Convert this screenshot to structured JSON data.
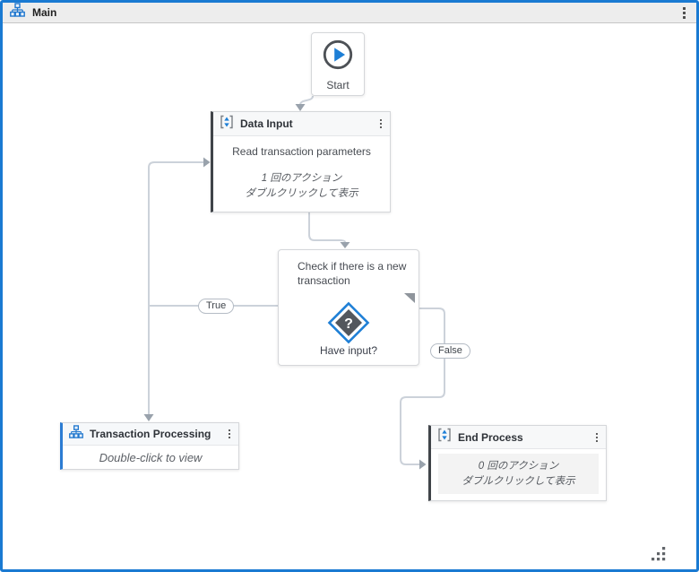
{
  "window": {
    "title": "Main"
  },
  "start": {
    "label": "Start"
  },
  "data_input": {
    "title": "Data Input",
    "annotation": "Read transaction parameters",
    "count_line": "1 回のアクション",
    "hint_line": "ダブルクリックして表示"
  },
  "decision": {
    "annotation": "Check if there is a new transaction",
    "question": "Have input?",
    "glyph": "?"
  },
  "branches": {
    "true_label": "True",
    "false_label": "False"
  },
  "transaction_processing": {
    "title": "Transaction Processing",
    "hint": "Double-click to view"
  },
  "end_process": {
    "title": "End Process",
    "count_line": "0 回のアクション",
    "hint_line": "ダブルクリックして表示"
  },
  "colors": {
    "frame_blue": "#1a7ad2",
    "icon_blue": "#2077ce",
    "wire_gray": "#ccd2da",
    "arrow_gray": "#99a2ac",
    "accent_dark": "#404449",
    "accent_blue": "#2b7cd3"
  }
}
